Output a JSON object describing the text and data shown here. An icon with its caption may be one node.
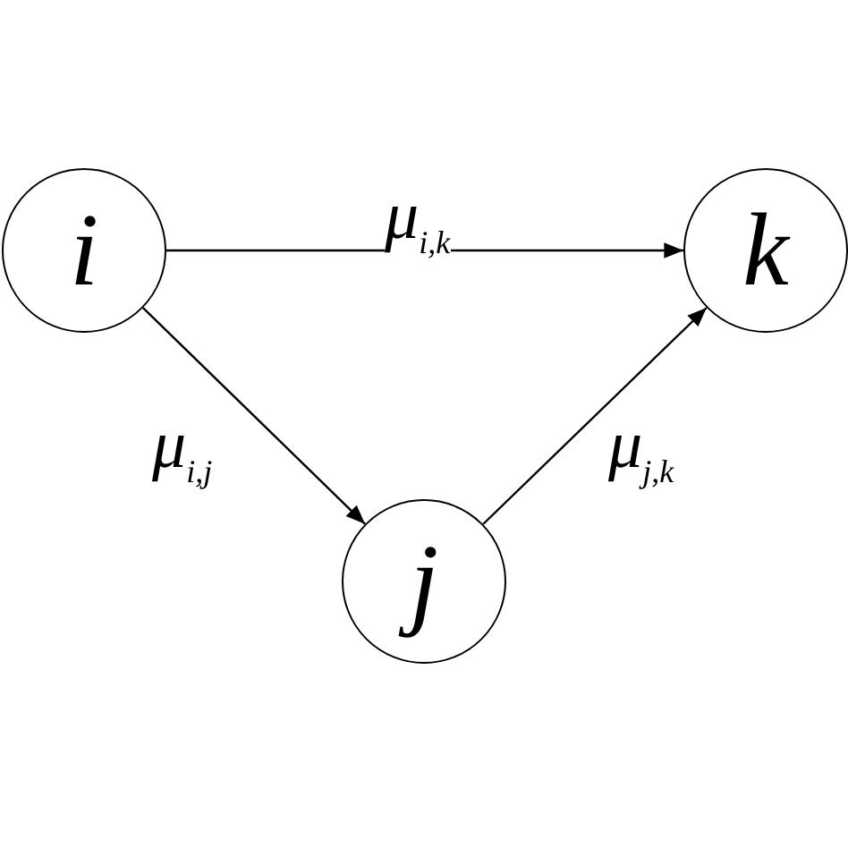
{
  "diagram": {
    "nodes": [
      {
        "text": [
          "i"
        ]
      },
      {
        "text": [
          "k"
        ]
      },
      {
        "text": [
          "j"
        ]
      }
    ],
    "edges": [
      {
        "from": 0,
        "to": 1,
        "arrow": "to",
        "label": "μ$_{i,k}$"
      },
      {
        "from": 0,
        "to": 2,
        "arrow": "to",
        "label": "μ$_{i,j}$"
      },
      {
        "from": 2,
        "to": 1,
        "arrow": "to",
        "label": "μ$_{j,k}$"
      }
    ]
  }
}
